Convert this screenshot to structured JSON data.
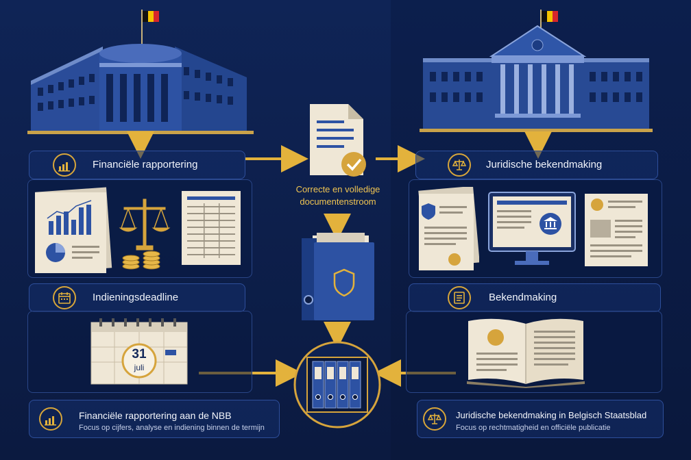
{
  "left": {
    "header_1": "Financiële rapportering",
    "header_2": "Indieningsdeadline",
    "calendar_day": "31",
    "calendar_month": "juli",
    "footer_title": "Financiële rapportering aan de NBB",
    "footer_subtitle": "Focus op cijfers, analyse en indiening binnen de termijn"
  },
  "center": {
    "flow_label_line1": "Correcte en volledige",
    "flow_label_line2": "documentenstroom"
  },
  "right": {
    "header_1": "Juridische bekendmaking",
    "header_2": "Bekendmaking",
    "footer_title": "Juridische bekendmaking in Belgisch Staatsblad",
    "footer_subtitle": "Focus op rechtmatigheid en officiële publicatie"
  },
  "colors": {
    "navy": "#0d1d44",
    "panel_border": "#2e4f9c",
    "gold": "#e3b23c",
    "paper": "#efe7d6",
    "belgium_black": "#111111",
    "belgium_yellow": "#f5c400",
    "belgium_red": "#d7262c"
  },
  "icons": [
    "bar-chart-icon",
    "calendar-icon",
    "scales-icon",
    "document-list-icon",
    "check-icon",
    "shield-icon",
    "bank-icon",
    "flag-icon"
  ]
}
